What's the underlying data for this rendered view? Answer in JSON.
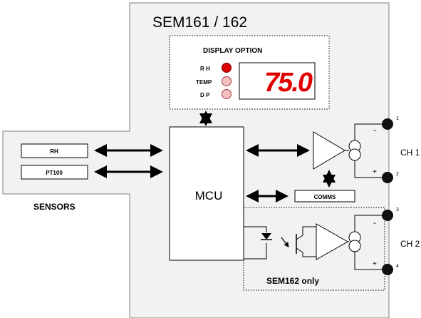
{
  "title": "SEM161 / 162",
  "display": {
    "heading": "DISPLAY OPTION",
    "leds": [
      {
        "label": "R H",
        "color": "#e00000"
      },
      {
        "label": "TEMP",
        "color": "#f4c0c0"
      },
      {
        "label": "D P",
        "color": "#f4c0c0"
      }
    ],
    "readout": "75.0"
  },
  "sensors": {
    "inputs": [
      "RH",
      "PT100"
    ],
    "caption": "SENSORS"
  },
  "mcu_label": "MCU",
  "comms_label": "COMMS",
  "option_label": "SEM162 only",
  "channels": [
    {
      "name": "CH 1",
      "terminals": [
        "1",
        "2"
      ],
      "signs": [
        "-",
        "+"
      ]
    },
    {
      "name": "CH 2",
      "terminals": [
        "3",
        "4"
      ],
      "signs": [
        "-",
        "+"
      ]
    }
  ],
  "colors": {
    "enclosure": "#f2f2f2",
    "led_on": "#e00000",
    "led_off": "#f4c0c0",
    "readout": "#e00000"
  }
}
